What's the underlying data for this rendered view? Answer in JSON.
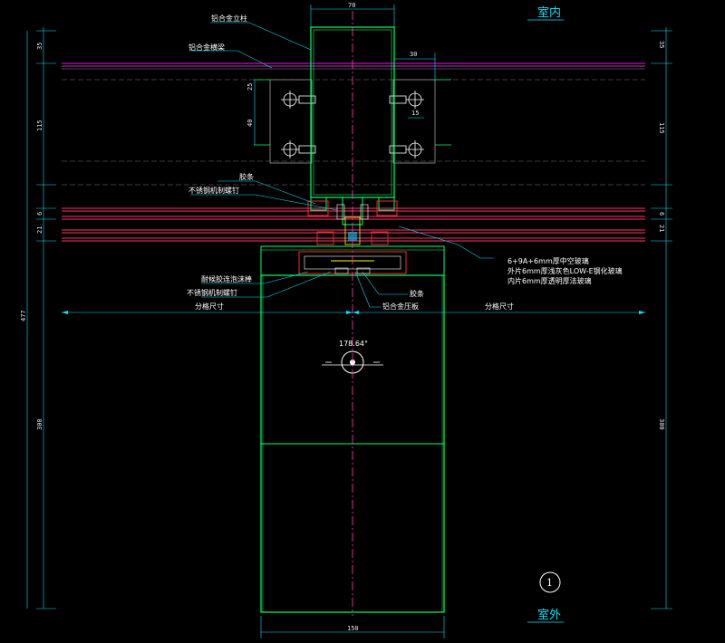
{
  "rooms": {
    "indoor": "室内",
    "outdoor": "室外"
  },
  "labels": {
    "mullion": "铝合金立柱",
    "transom": "铝合金横梁",
    "gasket_top": "胶条",
    "screw_top": "不锈钢机制螺钉",
    "glass_line1": "6+9A+6mm厚中空玻璃",
    "glass_line2": "外片6mm厚浅灰色LOW-E钢化玻璃",
    "glass_line3": "内片6mm厚透明厚法玻璃",
    "foam_rod": "耐候胶连泡沫棒",
    "screw_bottom": "不锈钢机制螺钉",
    "gasket_bottom": "胶条",
    "pressure_plate": "铝合金压板",
    "module_left": "分格尺寸",
    "module_right": "分格尺寸",
    "angle": "178.64°",
    "detail_no": "1"
  },
  "dims": {
    "top_width": "70",
    "bracket_width": "30",
    "bracket_gap": "15",
    "bolt_pitch_a": "25",
    "bolt_pitch_b": "40",
    "left_35": "35",
    "left_115": "115",
    "left_6": "6",
    "left_21": "21",
    "left_477": "477",
    "left_300": "300",
    "right_35": "35",
    "right_115": "115",
    "right_6": "6",
    "right_21": "21",
    "right_300": "300",
    "bottom_width": "150"
  },
  "colors": {
    "background": "#000000",
    "outline": "#00ff66",
    "dimension": "#00e5ff",
    "leader": "#00e5ff",
    "glass": "#ff3366",
    "slab": "#ff00ff",
    "hatch": "#9a9a9a",
    "text": "#ffffff",
    "centerline": "#ff44aa",
    "parts": "#ff2222",
    "bolt": "#ffffff"
  }
}
